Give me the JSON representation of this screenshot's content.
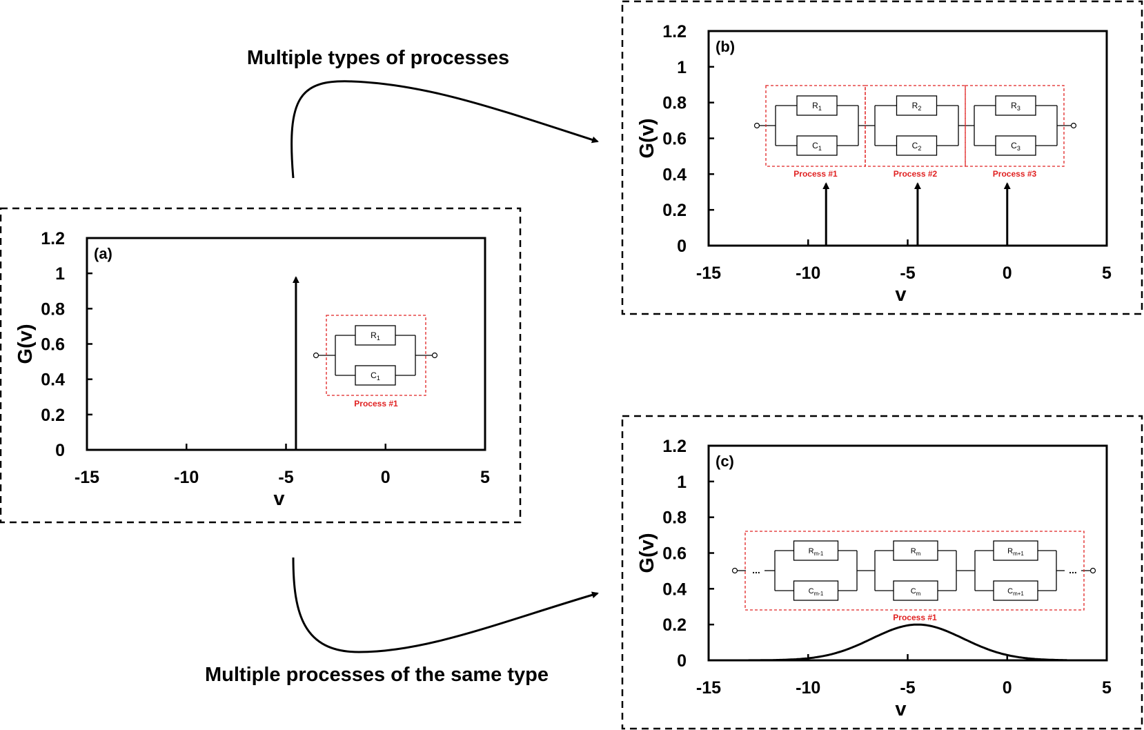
{
  "annotations": {
    "top_arrow_label": "Multiple types of processes",
    "bottom_arrow_label": "Multiple processes of the same type"
  },
  "colors": {
    "axis": "#000000",
    "process_box": "#e02020",
    "process_label": "#e02020"
  },
  "chart_data": [
    {
      "panel": "(a)",
      "type": "line",
      "title": "",
      "xlabel": "v",
      "ylabel": "G(v)",
      "xlim": [
        -15,
        5
      ],
      "ylim": [
        0,
        1.2
      ],
      "xticks": [
        "-15",
        "-10",
        "-5",
        "0",
        "5"
      ],
      "yticks": [
        "0",
        "0.2",
        "0.4",
        "0.6",
        "0.8",
        "1",
        "1.2"
      ],
      "grid": false,
      "impulses": [
        {
          "x": -4.5,
          "y": 1.0
        }
      ],
      "circuit": {
        "label": "Process #1",
        "elements": [
          {
            "r": "R",
            "r_sub": "1",
            "c": "C",
            "c_sub": "1"
          }
        ]
      }
    },
    {
      "panel": "(b)",
      "type": "line",
      "title": "",
      "xlabel": "v",
      "ylabel": "G(v)",
      "xlim": [
        -15,
        5
      ],
      "ylim": [
        0,
        1.2
      ],
      "xticks": [
        "-15",
        "-10",
        "-5",
        "0",
        "5"
      ],
      "yticks": [
        "0",
        "0.2",
        "0.4",
        "0.6",
        "0.8",
        "1",
        "1.2"
      ],
      "grid": false,
      "impulses": [
        {
          "x": -9.1,
          "y": 0.37
        },
        {
          "x": -4.5,
          "y": 0.37
        },
        {
          "x": 0.0,
          "y": 0.37
        }
      ],
      "circuit": {
        "labels": [
          "Process #1",
          "Process #2",
          "Process #3"
        ],
        "elements": [
          {
            "r": "R",
            "r_sub": "1",
            "c": "C",
            "c_sub": "1"
          },
          {
            "r": "R",
            "r_sub": "2",
            "c": "C",
            "c_sub": "2"
          },
          {
            "r": "R",
            "r_sub": "3",
            "c": "C",
            "c_sub": "3"
          }
        ]
      }
    },
    {
      "panel": "(c)",
      "type": "line",
      "title": "",
      "xlabel": "v",
      "ylabel": "G(v)",
      "xlim": [
        -15,
        5
      ],
      "ylim": [
        0,
        1.2
      ],
      "xticks": [
        "-15",
        "-10",
        "-5",
        "0",
        "5"
      ],
      "yticks": [
        "0",
        "0.2",
        "0.4",
        "0.6",
        "0.8",
        "1",
        "1.2"
      ],
      "grid": false,
      "gaussian": {
        "mean": -4.5,
        "peak": 0.2,
        "sigma": 2.3
      },
      "circuit": {
        "label": "Process #1",
        "ellipsis": "...",
        "elements": [
          {
            "r": "R",
            "r_sub": "m-1",
            "c": "C",
            "c_sub": "m-1"
          },
          {
            "r": "R",
            "r_sub": "m",
            "c": "C",
            "c_sub": "m"
          },
          {
            "r": "R",
            "r_sub": "m+1",
            "c": "C",
            "c_sub": "m+1"
          }
        ]
      }
    }
  ]
}
